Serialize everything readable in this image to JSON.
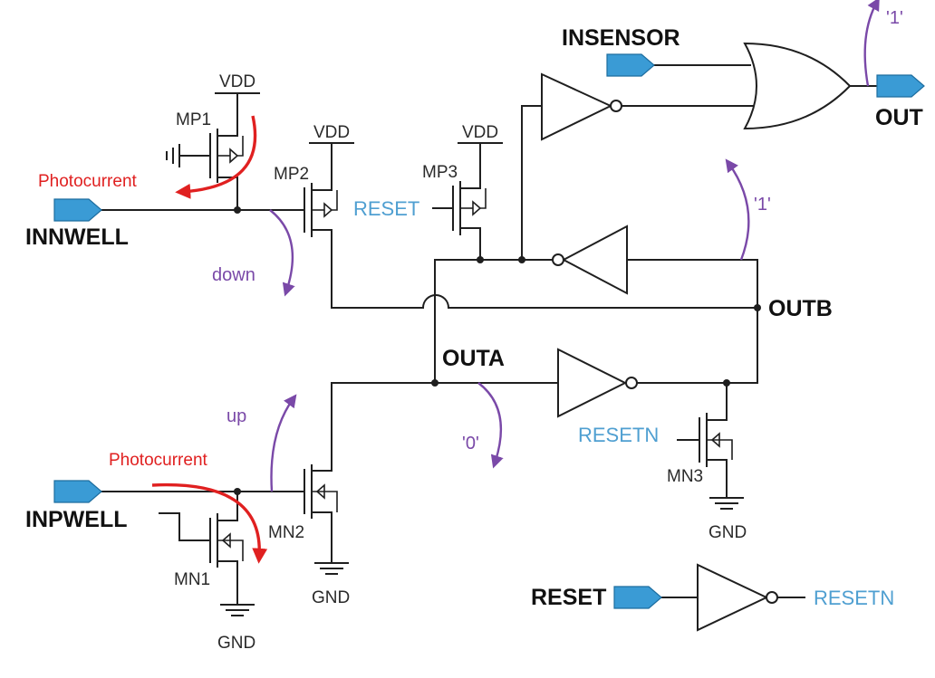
{
  "colors": {
    "port_fill": "#3a9bd5",
    "signal_label_blue": "#4f9fd1",
    "photocurrent_red": "#e02020",
    "logic_transition_purple": "#7a49a8",
    "wire": "#1f1f1f"
  },
  "ports": {
    "insensor": "INSENSOR",
    "out": "OUT",
    "innwell": "INNWELL",
    "inpwell": "INPWELL",
    "reset_in": "RESET"
  },
  "nodes": {
    "outa": "OUTA",
    "outb": "OUTB"
  },
  "supplies": {
    "vdd_mp1": "VDD",
    "vdd_mp2": "VDD",
    "vdd_mp3": "VDD",
    "gnd_mn1": "GND",
    "gnd_mn2": "GND",
    "gnd_mn3": "GND"
  },
  "transistors": {
    "mp1": "MP1",
    "mp2": "MP2",
    "mp3": "MP3",
    "mn1": "MN1",
    "mn2": "MN2",
    "mn3": "MN3"
  },
  "control_signals": {
    "reset_mp3_gate": "RESET",
    "resetn_mn3_gate": "RESETN",
    "resetn_output": "RESETN"
  },
  "annotations": {
    "photocurrent_top": "Photocurrent",
    "photocurrent_bottom": "Photocurrent",
    "down": "down",
    "up": "up",
    "outa_value": "'0'",
    "outb_value": "'1'",
    "out_value": "'1'"
  }
}
